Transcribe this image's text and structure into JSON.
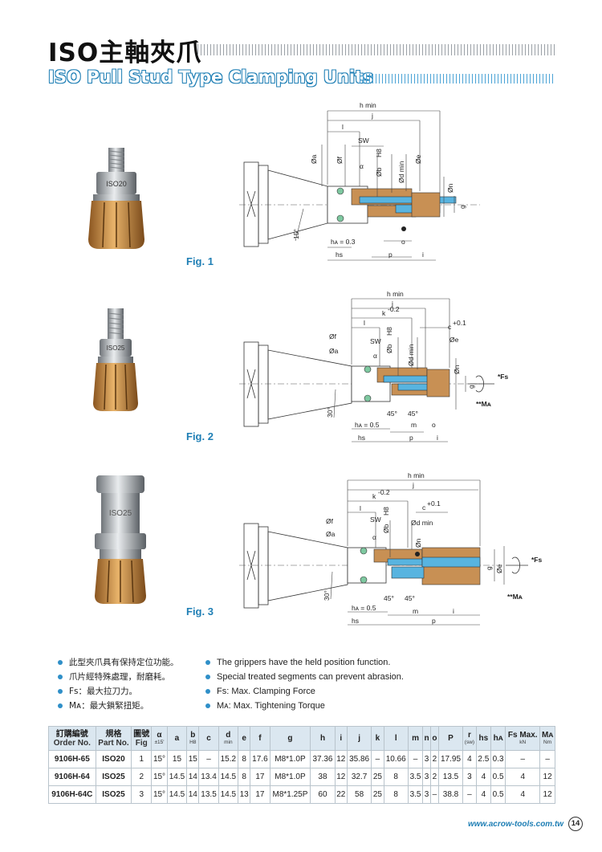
{
  "header": {
    "title_zh": "ISO主軸夾爪",
    "title_en": "ISO Pull Stud Type Clamping Units"
  },
  "figures": [
    {
      "label": "Fig. 1",
      "photo_marking": "ISO20",
      "dims": {
        "hmin": "h min",
        "j": "j",
        "l": "l",
        "sw": "SW",
        "a": "Øa",
        "f": "Øf",
        "alpha": "α",
        "b": "Øb",
        "h8": "H8",
        "dmin": "Ød min",
        "e": "Øe",
        "n": "Øn",
        "g": "g",
        "angle": "15°",
        "ha": "hᴀ = 0.3",
        "o": "o",
        "hs": "hs",
        "p": "p",
        "i": "i"
      }
    },
    {
      "label": "Fig. 2",
      "photo_marking": "ISO25",
      "dims": {
        "hmin": "h min",
        "j": "j",
        "k": "k",
        "k_tol": "-0.2",
        "c": "c",
        "c_tol": "+0.1",
        "l": "l",
        "f": "Øf",
        "a": "Øa",
        "sw": "SW",
        "b": "Øb",
        "h8": "H8",
        "dmin": "Ød min",
        "e": "Øe",
        "alpha": "α",
        "n": "Øn",
        "g": "g",
        "fs": "*Fs",
        "ma": "**Mᴀ",
        "angle": "30°",
        "deg45a": "45°",
        "deg45b": "45°",
        "ha": "hᴀ = 0.5",
        "m": "m",
        "o": "o",
        "hs": "hs",
        "p": "p",
        "i": "i"
      }
    },
    {
      "label": "Fig. 3",
      "photo_marking": "ISO25",
      "dims": {
        "hmin": "h min",
        "j": "j",
        "k": "k",
        "k_tol": "-0.2",
        "c": "c",
        "c_tol": "+0.1",
        "l": "l",
        "f": "Øf",
        "sw": "SW",
        "b": "Øb",
        "h8": "H8",
        "dmin": "Ød min",
        "a": "Øa",
        "alpha": "α",
        "n": "Øn",
        "g": "g",
        "e": "Øe",
        "fs": "*Fs",
        "ma": "**Mᴀ",
        "angle": "30°",
        "deg45a": "45°",
        "deg45b": "45°",
        "ha": "hᴀ = 0.5",
        "m": "m",
        "i": "i",
        "hs": "hs",
        "p": "p"
      }
    }
  ],
  "notes_zh": [
    "此型夾爪具有保持定位功能。",
    "爪片經特殊處理，耐磨耗。",
    "Fs：最大拉刀力。",
    "Mᴀ：最大鎖緊扭矩。"
  ],
  "notes_en": [
    "The grippers have the held position function.",
    "Special treated segments can prevent abrasion.",
    "Fs: Max. Clamping Force",
    "Mᴀ: Max. Tightening Torque"
  ],
  "table": {
    "headers": [
      {
        "l1": "訂購編號",
        "l2": "Order No."
      },
      {
        "l1": "規格",
        "l2": "Part No."
      },
      {
        "l1": "圖號",
        "l2": "Fig"
      },
      {
        "l1": "α",
        "l2": "±15'"
      },
      {
        "l1": "a",
        "l2": ""
      },
      {
        "l1": "b",
        "l2": "H8"
      },
      {
        "l1": "c",
        "l2": ""
      },
      {
        "l1": "d",
        "l2": "min"
      },
      {
        "l1": "e",
        "l2": ""
      },
      {
        "l1": "f",
        "l2": ""
      },
      {
        "l1": "g",
        "l2": ""
      },
      {
        "l1": "h",
        "l2": ""
      },
      {
        "l1": "i",
        "l2": ""
      },
      {
        "l1": "j",
        "l2": ""
      },
      {
        "l1": "k",
        "l2": ""
      },
      {
        "l1": "l",
        "l2": ""
      },
      {
        "l1": "m",
        "l2": ""
      },
      {
        "l1": "n",
        "l2": ""
      },
      {
        "l1": "o",
        "l2": ""
      },
      {
        "l1": "P",
        "l2": ""
      },
      {
        "l1": "r",
        "l2": "(sw)"
      },
      {
        "l1": "hs",
        "l2": ""
      },
      {
        "l1": "hᴀ",
        "l2": ""
      },
      {
        "l1": "Fs Max.",
        "l2": "kN"
      },
      {
        "l1": "Mᴀ",
        "l2": "Nm"
      }
    ],
    "rows": [
      [
        "9106H-65",
        "ISO20",
        "1",
        "15°",
        "15",
        "15",
        "–",
        "15.2",
        "8",
        "17.6",
        "M8*1.0P",
        "37.36",
        "12",
        "35.86",
        "–",
        "10.66",
        "–",
        "3",
        "2",
        "17.95",
        "4",
        "2.5",
        "0.3",
        "–",
        "–"
      ],
      [
        "9106H-64",
        "ISO25",
        "2",
        "15°",
        "14.5",
        "14",
        "13.4",
        "14.5",
        "8",
        "17",
        "M8*1.0P",
        "38",
        "12",
        "32.7",
        "25",
        "8",
        "3.5",
        "3",
        "2",
        "13.5",
        "3",
        "4",
        "0.5",
        "4",
        "12"
      ],
      [
        "9106H-64C",
        "ISO25",
        "3",
        "15°",
        "14.5",
        "14",
        "13.5",
        "14.5",
        "13",
        "17",
        "M8*1.25P",
        "60",
        "22",
        "58",
        "25",
        "8",
        "3.5",
        "3",
        "–",
        "38.8",
        "–",
        "4",
        "0.5",
        "4",
        "12"
      ]
    ]
  },
  "footer": {
    "website": "www.acrow-tools.com.tw",
    "page": "14"
  },
  "colors": {
    "accent_blue": "#1f7fb5",
    "bronze": "#b87a3a",
    "cyan_part": "#58b4e0"
  }
}
